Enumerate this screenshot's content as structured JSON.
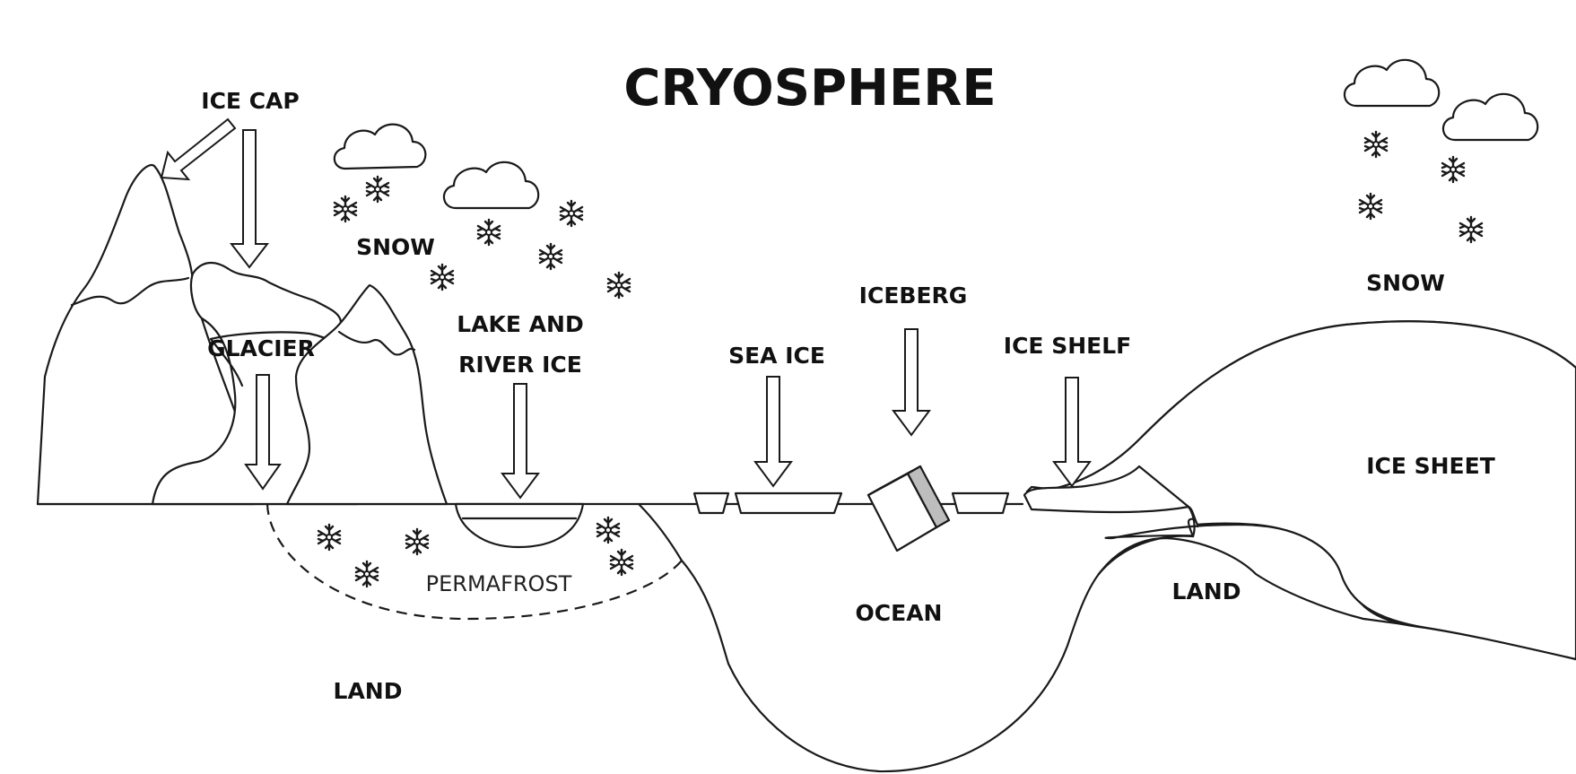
{
  "title": "CRYOSPHERE",
  "labels": {
    "ice_cap": "ICE CAP",
    "glacier": "GLACIER",
    "snow_left": "SNOW",
    "lake_line1": "LAKE AND",
    "lake_line2": "RIVER ICE",
    "sea_ice": "SEA ICE",
    "iceberg": "ICEBERG",
    "ice_shelf": "ICE SHELF",
    "snow_right": "SNOW",
    "ice_sheet": "ICE SHEET",
    "permafrost": "PERMAFROST",
    "land_left": "LAND",
    "ocean": "OCEAN",
    "land_right": "LAND"
  },
  "icons": [
    "cloud-icon",
    "snowflake-icon",
    "arrow-icon"
  ]
}
